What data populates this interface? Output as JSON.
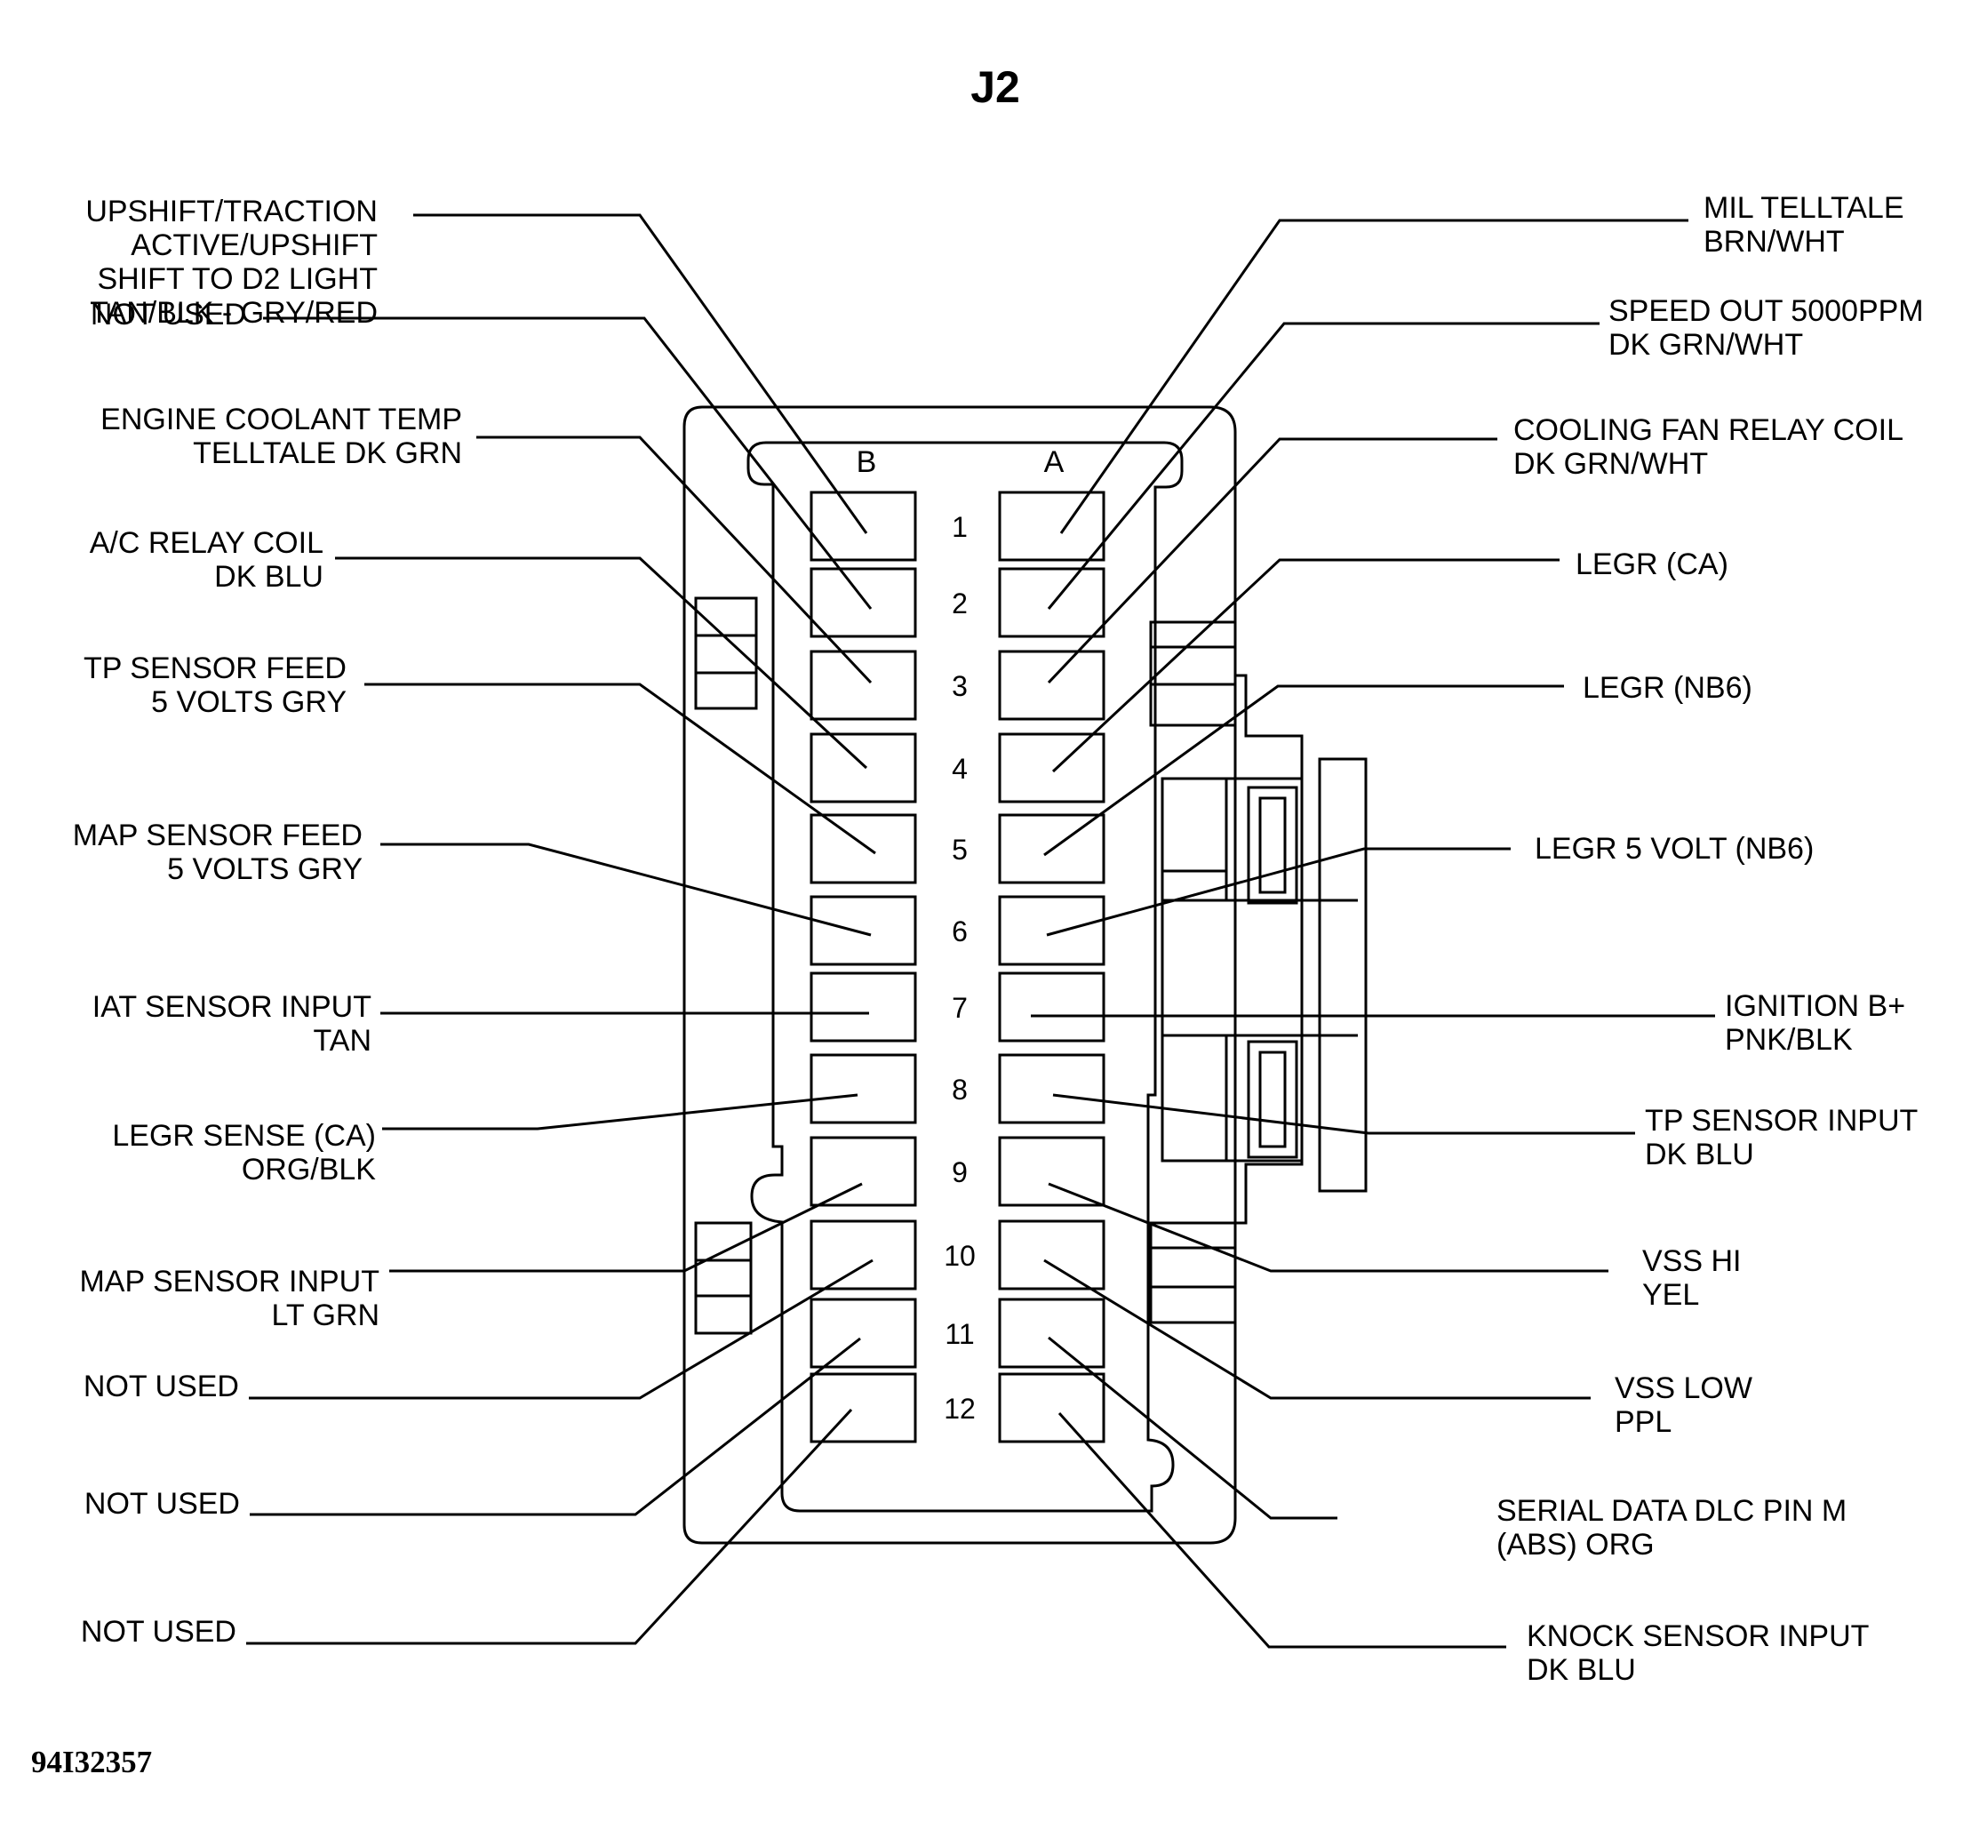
{
  "title": "J2",
  "figure_id": "94I32357",
  "columns": {
    "b": "B",
    "a": "A"
  },
  "pin_numbers": [
    "1",
    "2",
    "3",
    "4",
    "5",
    "6",
    "7",
    "8",
    "9",
    "10",
    "11",
    "12"
  ],
  "b_pins": [
    {
      "pin": "B1",
      "lines": [
        "UPSHIFT/TRACTION",
        "ACTIVE/UPSHIFT",
        "SHIFT TO D2 LIGHT",
        "TAN/BLK  -  GRY/RED"
      ]
    },
    {
      "pin": "B2",
      "lines": [
        "NOT USED"
      ]
    },
    {
      "pin": "B3",
      "lines": [
        "ENGINE COOLANT TEMP",
        "TELLTALE DK GRN"
      ]
    },
    {
      "pin": "B4",
      "lines": [
        "A/C RELAY COIL",
        "DK BLU"
      ]
    },
    {
      "pin": "B5",
      "lines": [
        "TP SENSOR FEED",
        "5 VOLTS GRY"
      ]
    },
    {
      "pin": "B6",
      "lines": [
        "MAP SENSOR FEED",
        "5 VOLTS GRY"
      ]
    },
    {
      "pin": "B7",
      "lines": [
        "IAT SENSOR  INPUT",
        "TAN"
      ]
    },
    {
      "pin": "B8",
      "lines": [
        "LEGR SENSE (CA)",
        "ORG/BLK"
      ]
    },
    {
      "pin": "B9",
      "lines": [
        "MAP  SENSOR INPUT",
        "LT GRN"
      ]
    },
    {
      "pin": "B10",
      "lines": [
        "NOT USED"
      ]
    },
    {
      "pin": "B11",
      "lines": [
        "NOT USED"
      ]
    },
    {
      "pin": "B12",
      "lines": [
        "NOT USED"
      ]
    }
  ],
  "a_pins": [
    {
      "pin": "A1",
      "lines": [
        "MIL TELLTALE",
        "BRN/WHT"
      ]
    },
    {
      "pin": "A2",
      "lines": [
        "SPEED OUT  5000PPM",
        "DK GRN/WHT"
      ]
    },
    {
      "pin": "A3",
      "lines": [
        "COOLING FAN RELAY COIL",
        "DK GRN/WHT"
      ]
    },
    {
      "pin": "A4",
      "lines": [
        "LEGR (CA)"
      ]
    },
    {
      "pin": "A5",
      "lines": [
        "LEGR (NB6)"
      ]
    },
    {
      "pin": "A6",
      "lines": [
        "LEGR 5 VOLT (NB6)"
      ]
    },
    {
      "pin": "A7",
      "lines": [
        "IGNITION  B+",
        "PNK/BLK"
      ]
    },
    {
      "pin": "A8",
      "lines": [
        "TP SENSOR INPUT",
        "DK BLU"
      ]
    },
    {
      "pin": "A9",
      "lines": [
        "VSS HI",
        "YEL"
      ]
    },
    {
      "pin": "A10",
      "lines": [
        "VSS LOW",
        "PPL"
      ]
    },
    {
      "pin": "A11",
      "lines": [
        "SERIAL DATA DLC PIN M",
        "(ABS) ORG"
      ]
    },
    {
      "pin": "A12",
      "lines": [
        "KNOCK SENSOR INPUT",
        "DK BLU"
      ]
    }
  ]
}
